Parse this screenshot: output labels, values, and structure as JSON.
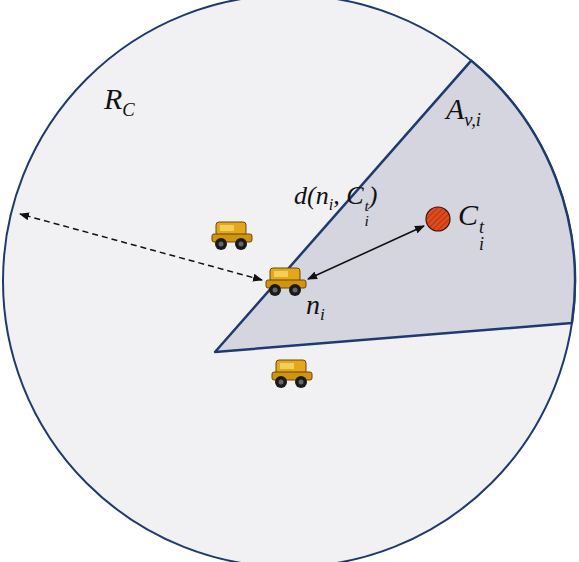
{
  "diagram": {
    "labels": [
      "RC",
      "Av,i",
      "d(ni, Cit)",
      "Cit",
      "ni"
    ]
  }
}
